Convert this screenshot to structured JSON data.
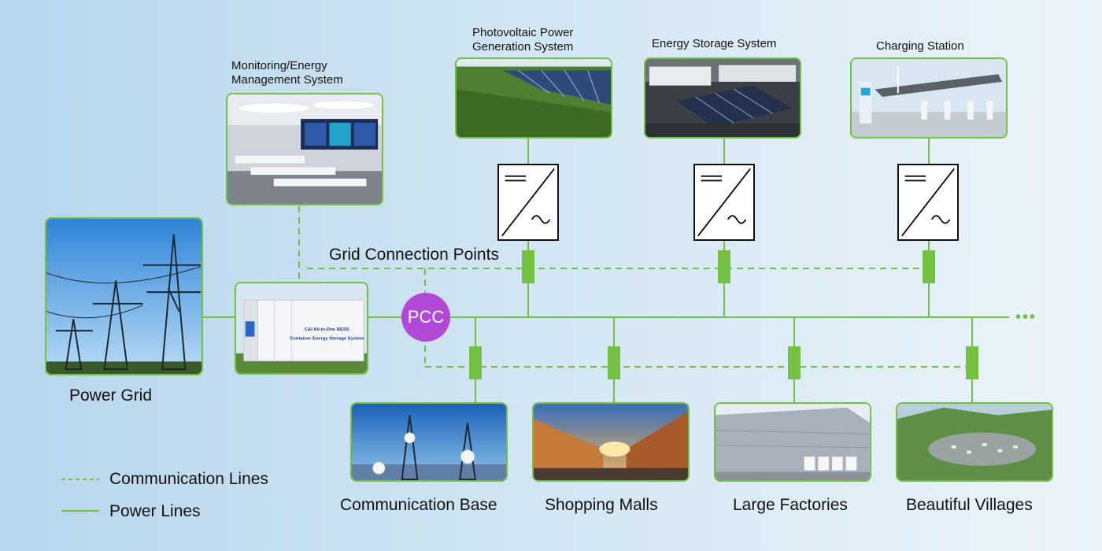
{
  "labels": {
    "monitoring": "Monitoring/Energy\nManagement System",
    "pv": "Photovoltaic Power\nGeneration System",
    "storage": "Energy Storage System",
    "charging": "Charging Station",
    "grid_points": "Grid Connection Points",
    "pcc": "PCC",
    "power_grid": "Power Grid",
    "comm_base": "Communication Base",
    "malls": "Shopping Malls",
    "factories": "Large Factories",
    "villages": "Beautiful Villages",
    "more": "•••"
  },
  "bess_text": {
    "line1": "C&I All-in-One BESS",
    "line2": "Container Energy Storage System"
  },
  "legend": {
    "communication": "Communication Lines",
    "power": "Power Lines"
  },
  "colors": {
    "line": "#74c043",
    "pcc": "#b148d6"
  }
}
